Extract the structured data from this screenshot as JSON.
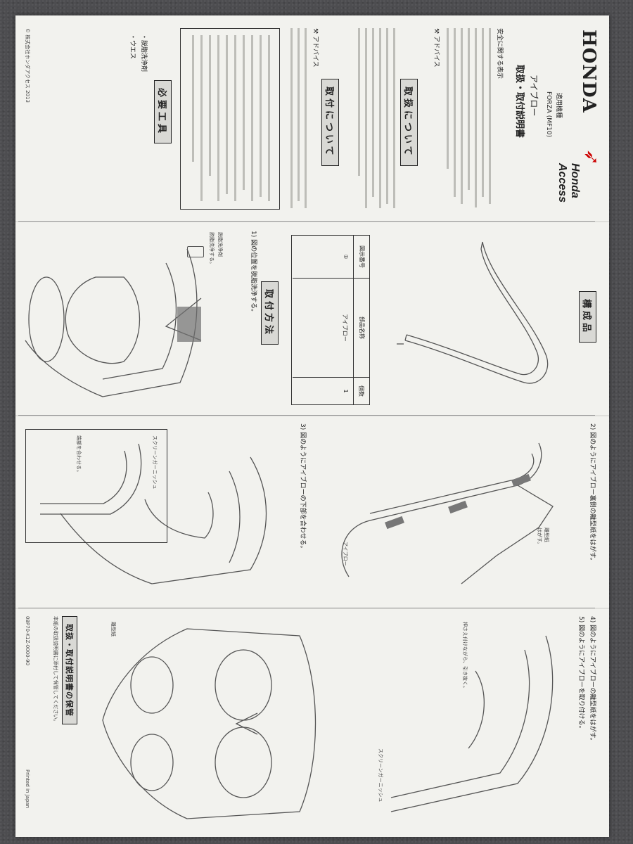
{
  "header": {
    "brand": "HONDA",
    "brand_sub": "Honda Access",
    "applicable_label": "適用機種",
    "model": "FORZA (MF10)",
    "product_name": "アイブロー",
    "doc_title": "取扱・取付説明書"
  },
  "sections": {
    "handling": "取扱について",
    "mounting": "取付について",
    "tools": "必要工具",
    "components": "構成品",
    "procedure": "取付方法",
    "storage": "取扱・取付説明書の保管"
  },
  "notes": {
    "safety_intro": "安全に関する表示",
    "advice_label": "アドバイス",
    "storage_note": "本紙の取扱説明書に添付して保管してください。"
  },
  "components_table": {
    "headers": [
      "図示番号",
      "部品名称",
      "個数"
    ],
    "rows": [
      [
        "①",
        "アイブロー",
        "1"
      ]
    ]
  },
  "tools_list": [
    "脱脂洗浄剤",
    "ウエス"
  ],
  "steps": [
    "1) 図の位置を脱脂洗浄する。",
    "2) 図のようにアイブロー裏側の離型紙をはがす。",
    "3) 図のようにアイブローの下部を合わせる。",
    "4) 図のようにアイブローの離型紙をはがす。",
    "5) 図のようにアイブローを取り付ける。"
  ],
  "callouts": {
    "degrease": "脱脂洗浄剤",
    "degrease_note": "脱脂洗浄する。",
    "release_paper": "離型紙",
    "peel": "はがす。",
    "eyebrow": "アイブロー",
    "screen_garnish": "スクリーンガーニッシュ",
    "align": "端部を合わせる。",
    "press": "押さえ付けながら、引き抜く。"
  },
  "footer": {
    "copyright": "© 株式会社ホンダアクセス 2013",
    "part_code": "08P70-K1Z-0000-90",
    "printed": "Printed in Japan"
  }
}
